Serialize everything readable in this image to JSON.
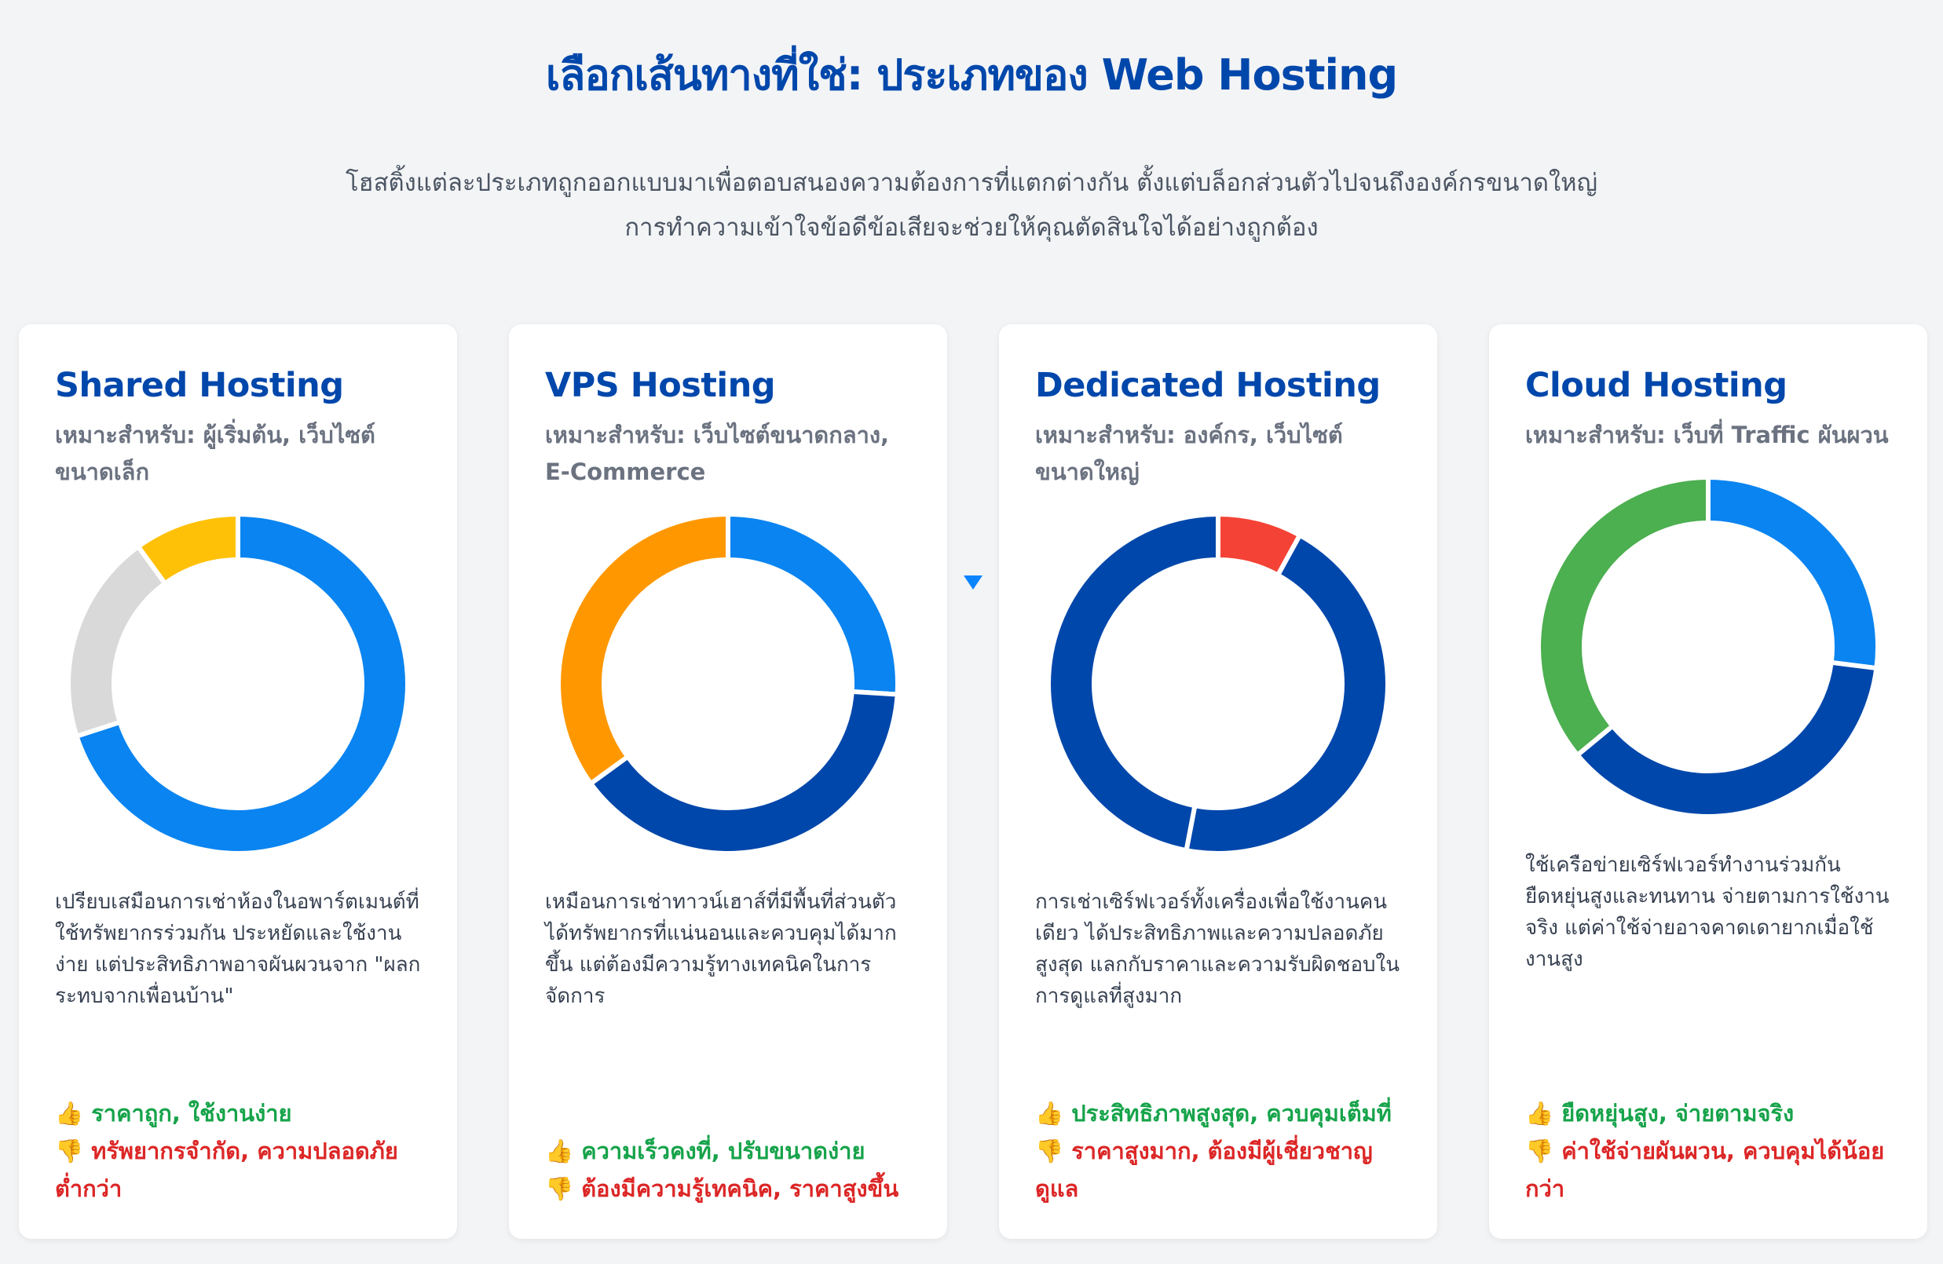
{
  "header": {
    "title": "เลือกเส้นทางที่ใช่: ประเภทของ Web Hosting",
    "intro": "โฮสติ้งแต่ละประเภทถูกออกแบบมาเพื่อตอบสนองความต้องการที่แตกต่างกัน ตั้งแต่บล็อกส่วนตัวไปจนถึงองค์กรขนาดใหญ่ การทำความเข้าใจข้อดีข้อเสียจะช่วยให้คุณตัดสินใจได้อย่างถูกต้อง"
  },
  "cards": [
    {
      "title": "Shared Hosting",
      "suitable": "เหมาะสำหรับ: ผู้เริ่มต้น, เว็บไซต์ขนาดเล็ก",
      "description": "เปรียบเสมือนการเช่าห้องในอพาร์ตเมนต์ที่ใช้ทรัพยากรร่วมกัน ประหยัดและใช้งานง่าย แต่ประสิทธิภาพอาจผันผวนจาก \"ผลกระทบจากเพื่อนบ้าน\"",
      "pro": "👍 ราคาถูก, ใช้งานง่าย",
      "con": "👎 ทรัพยากรจำกัด, ความปลอดภัยต่ำกว่า"
    },
    {
      "title": "VPS Hosting",
      "suitable": "เหมาะสำหรับ: เว็บไซต์ขนาดกลาง, E-Commerce",
      "description": "เหมือนการเช่าทาวน์เฮาส์ที่มีพื้นที่ส่วนตัว ได้ทรัพยากรที่แน่นอนและควบคุมได้มากขึ้น แต่ต้องมีความรู้ทางเทคนิคในการจัดการ",
      "pro": "👍 ความเร็วคงที่, ปรับขนาดง่าย",
      "con": "👎 ต้องมีความรู้เทคนิค, ราคาสูงขึ้น"
    },
    {
      "title": "Dedicated Hosting",
      "suitable": "เหมาะสำหรับ: องค์กร, เว็บไซต์ขนาดใหญ่",
      "description": "การเช่าเซิร์ฟเวอร์ทั้งเครื่องเพื่อใช้งานคนเดียว ได้ประสิทธิภาพและความปลอดภัยสูงสุด แลกกับราคาและความรับผิดชอบในการดูแลที่สูงมาก",
      "pro": "👍 ประสิทธิภาพสูงสุด, ควบคุมเต็มที่",
      "con": "👎 ราคาสูงมาก, ต้องมีผู้เชี่ยวชาญดูแล"
    },
    {
      "title": "Cloud Hosting",
      "suitable": "เหมาะสำหรับ: เว็บที่ Traffic ผันผวน",
      "description": "ใช้เครือข่ายเซิร์ฟเวอร์ทำงานร่วมกัน ยืดหยุ่นสูงและทนทาน จ่ายตามการใช้งานจริง แต่ค่าใช้จ่ายอาจคาดเดายากเมื่อใช้งานสูง",
      "pro": "👍 ยืดหยุ่นสูง, จ่ายตามจริง",
      "con": "👎 ค่าใช้จ่ายผันผวน, ควบคุมได้น้อยกว่า"
    }
  ],
  "chart_data": [
    {
      "type": "pie",
      "title": "Shared Hosting",
      "values": [
        70,
        20,
        10
      ],
      "colors": [
        "#0a84f0",
        "#d9d9d9",
        "#ffc107"
      ]
    },
    {
      "type": "pie",
      "title": "VPS Hosting",
      "values": [
        26,
        39,
        35
      ],
      "colors": [
        "#0a84f0",
        "#0047ab",
        "#ff9800"
      ]
    },
    {
      "type": "pie",
      "title": "Dedicated Hosting",
      "values": [
        8,
        45,
        47
      ],
      "colors": [
        "#f44336",
        "#0047ab",
        "#0047ab"
      ]
    },
    {
      "type": "pie",
      "title": "Cloud Hosting",
      "values": [
        27,
        37,
        36
      ],
      "colors": [
        "#0a84f0",
        "#0047ab",
        "#4caf50"
      ]
    }
  ]
}
